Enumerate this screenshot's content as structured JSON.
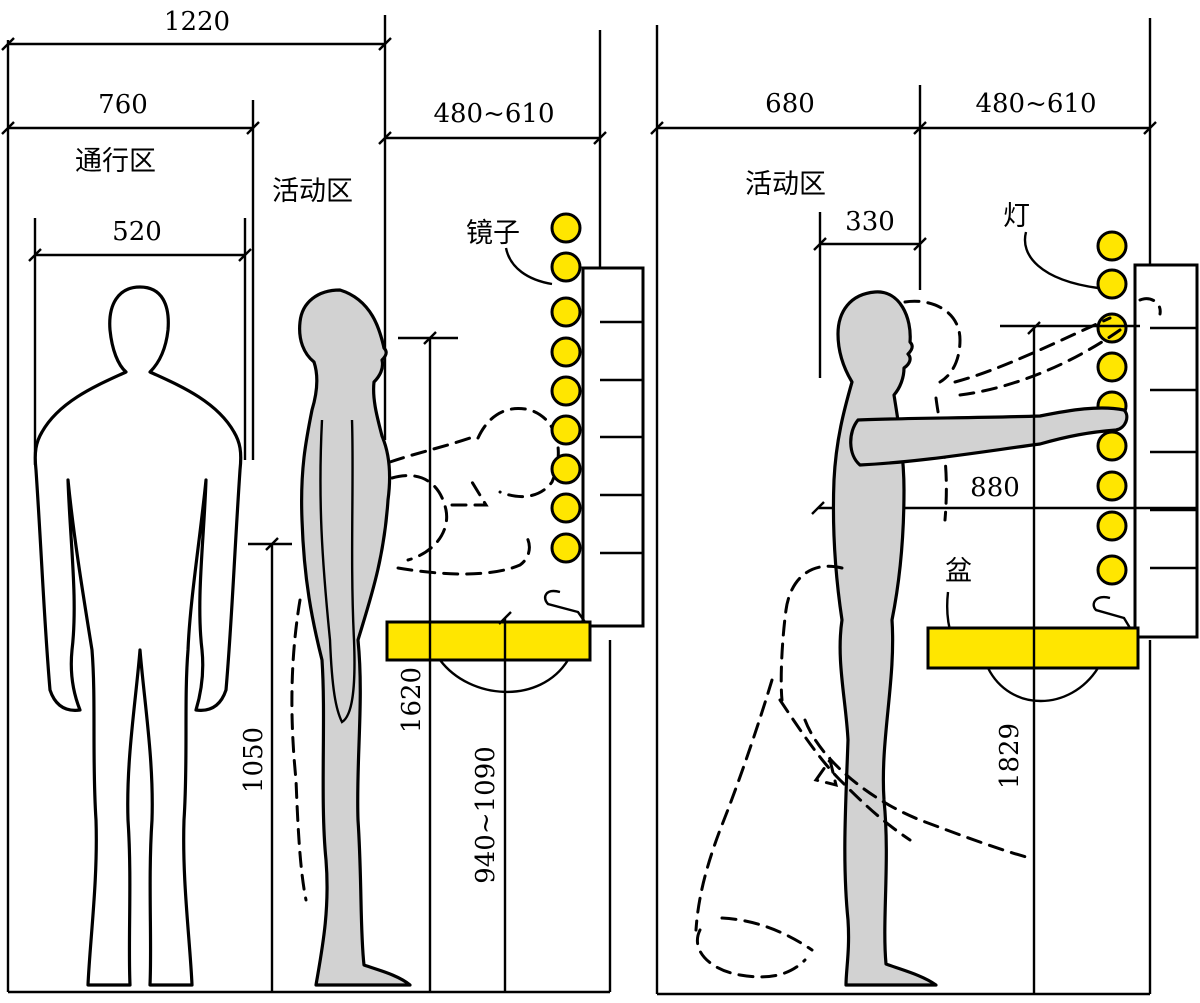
{
  "left_panel": {
    "dims": {
      "total_width": "1220",
      "pass_width": "760",
      "body_width": "520",
      "counter_depth": "480~610",
      "hand_height": "1050",
      "eye_height": "1620",
      "basin_height": "940~1090"
    },
    "labels": {
      "pass_zone": "通行区",
      "activity_zone": "活动区",
      "mirror": "镜子"
    }
  },
  "right_panel": {
    "dims": {
      "activity_width": "680",
      "counter_depth": "480~610",
      "lean": "330",
      "reach": "880",
      "lamp_height": "1829"
    },
    "labels": {
      "activity_zone": "活动区",
      "lamp": "灯",
      "basin": "盆"
    }
  },
  "colors": {
    "lamp_fill": "#ffe600",
    "basin_fill": "#ffe600",
    "figure_fill": "#d2d2d2",
    "line": "#000000"
  }
}
